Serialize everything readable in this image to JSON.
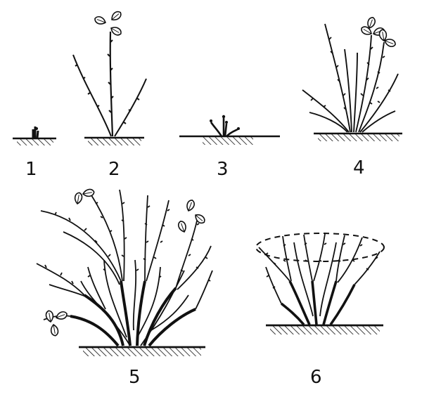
{
  "stages": [
    {
      "label": "1"
    },
    {
      "label": "2"
    },
    {
      "label": "3"
    },
    {
      "label": "4"
    },
    {
      "label": "5"
    },
    {
      "label": "6"
    }
  ],
  "colors": {
    "ink": "#111111",
    "paper": "#ffffff"
  }
}
